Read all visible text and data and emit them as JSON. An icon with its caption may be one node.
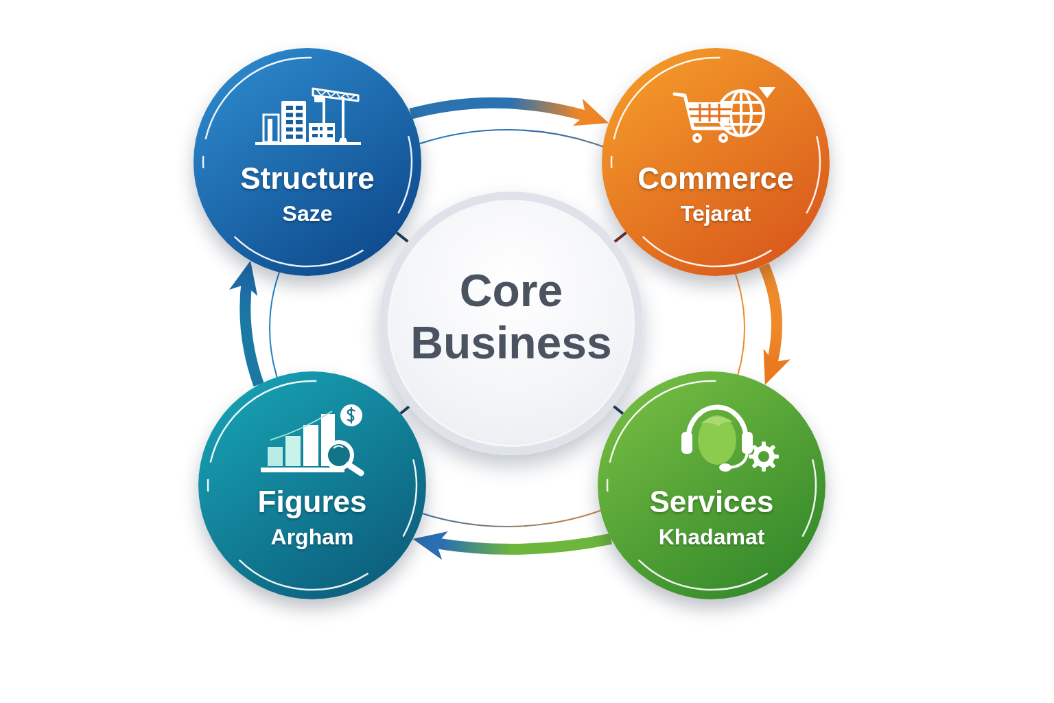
{
  "diagram": {
    "nodes": [
      {
        "text": [
          "Structure",
          "Saze"
        ]
      },
      {
        "text": [
          "Commerce",
          "Tejarat"
        ]
      },
      {
        "text": [
          "Core Business"
        ]
      },
      {
        "text": [
          "Figures",
          "Argham"
        ]
      },
      {
        "text": [
          "Services",
          "Khadamat"
        ]
      }
    ],
    "edges": [
      {
        "from": 0,
        "to": 1,
        "arrow": "to",
        "style": "thick",
        "color": "#ef8626"
      },
      {
        "from": 1,
        "to": 4,
        "arrow": "to",
        "style": "thick",
        "color": "#ea7a1e"
      },
      {
        "from": 4,
        "to": 3,
        "arrow": "to",
        "style": "thick",
        "color": "#2b6fb3"
      },
      {
        "from": 3,
        "to": 0,
        "arrow": "to",
        "style": "thick",
        "color": "#1d6aa6"
      },
      {
        "from": 2,
        "to": 0,
        "arrow": "none"
      },
      {
        "from": 2,
        "to": 1,
        "arrow": "none",
        "color": "#7a2b2b"
      },
      {
        "from": 2,
        "to": 3,
        "arrow": "none"
      },
      {
        "from": 2,
        "to": 4,
        "arrow": "none"
      }
    ]
  }
}
